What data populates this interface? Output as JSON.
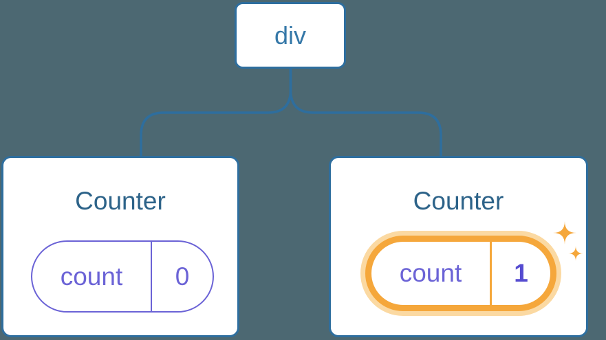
{
  "diagram": {
    "description": "React component tree diagram: a div root node with two Counter children, each holding a count state pill; the right counter's state is highlighted with sparkles",
    "root_label": "div",
    "left_counter": {
      "title": "Counter",
      "state_key": "count",
      "state_value": "0",
      "highlighted": false
    },
    "right_counter": {
      "title": "Counter",
      "state_key": "count",
      "state_value": "1",
      "highlighted": true,
      "badge_icon": "sparkles-icon"
    }
  },
  "colors": {
    "background": "#4c6872",
    "card_background": "#ffffff",
    "connector_blue": "#2e6e9e",
    "root_label_blue": "#3578a8",
    "counter_title_blue": "#2d6389",
    "state_purple": "#6b63d6",
    "highlighted_value_purple": "#554bd0",
    "highlight_orange": "#f5a73b",
    "highlight_halo_orange": "#fbd9a2"
  }
}
